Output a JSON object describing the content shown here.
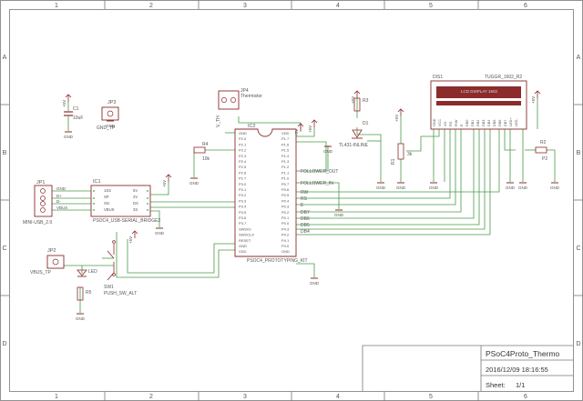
{
  "frame": {
    "cols": [
      "1",
      "2",
      "3",
      "4",
      "5",
      "6"
    ],
    "rows": [
      "A",
      "B",
      "C",
      "D"
    ]
  },
  "title_block": {
    "name": "PSoC4Proto_Thermo",
    "datetime": "2016/12/09 18:16:55",
    "sheet_label": "Sheet:",
    "sheet_value": "1/1"
  },
  "parts": {
    "jp1": "JP1",
    "jp1_name": "MINI-USB_2.0",
    "jp1_pins": [
      "GND",
      "D+",
      "D-",
      "VBUS"
    ],
    "jp2": "JP2",
    "jp2_name": "VBUS_TP",
    "jp3": "JP3",
    "jp3_name": "GND_TP",
    "c1": "C1",
    "c1_val": "10uF",
    "ic1": "IC1",
    "ic1_name": "PSOC4_USB-SERIAL_BRIDGE2",
    "ic1_pins_left": [
      "1SS",
      "SP",
      "SN",
      "VBUS"
    ],
    "ic1_pins_right": [
      "5V",
      "3V",
      "DS",
      "3S"
    ],
    "ic2": "IC2",
    "ic2_name": "PSOC4_PROTOTYPING_KIT",
    "ic2_pins_left": [
      "GND",
      "P2.0",
      "P2.1",
      "P2.2",
      "P2.3",
      "P2.4",
      "P2.5",
      "P2.6",
      "P2.7",
      "P3.0",
      "P3.1",
      "P3.2",
      "P3.3",
      "P3.4",
      "P3.5",
      "P3.6",
      "P3.7",
      "SWDIO",
      "SWDCLK",
      "RESET",
      "GND",
      "VDD"
    ],
    "ic2_pins_right": [
      "VDD",
      "P1.7",
      "P1.6",
      "P1.5",
      "P1.4",
      "P1.3",
      "P1.2",
      "P1.1",
      "P1.0",
      "P0.7",
      "P0.6",
      "P0.5",
      "P0.4",
      "P0.3",
      "P0.2",
      "P0.1",
      "P0.0",
      "P4.3",
      "P4.2",
      "P4.1",
      "P4.0",
      "GND"
    ],
    "ic2_nets": [
      "FOLLOWER_OUT",
      "FOLLOWER_IN",
      "RW",
      "RS",
      "E",
      "DB7",
      "DB6",
      "DB5",
      "DB4"
    ],
    "jp4": "JP4",
    "jp4_name": "V_TH",
    "jp4_name2": "Thermistor",
    "r4": "R4",
    "r4_val": "10k",
    "r3": "R3",
    "d1": "D1",
    "d1_name": "TL431-INLINE",
    "r1": "R1",
    "r1_val": "3k",
    "r2": "R2",
    "dis1": "DIS1",
    "dis1_name": "TUGGR_1602_R2",
    "dis1_label": "LCD DISPLAY 1602",
    "dis1_pins": [
      "GND",
      "VCC",
      "VO",
      "RS",
      "R/W",
      "E",
      "DB0",
      "DB1",
      "DB2",
      "DB3",
      "DB4",
      "DB5",
      "DB6",
      "DB7",
      "LED+",
      "LED-"
    ],
    "p2": "P2",
    "sw1": "SW1",
    "sw1_name": "PUSH_SW_ALT",
    "led": "LED",
    "r5": "R5"
  },
  "power": {
    "plus5": "+5V",
    "gnd": "GND"
  }
}
